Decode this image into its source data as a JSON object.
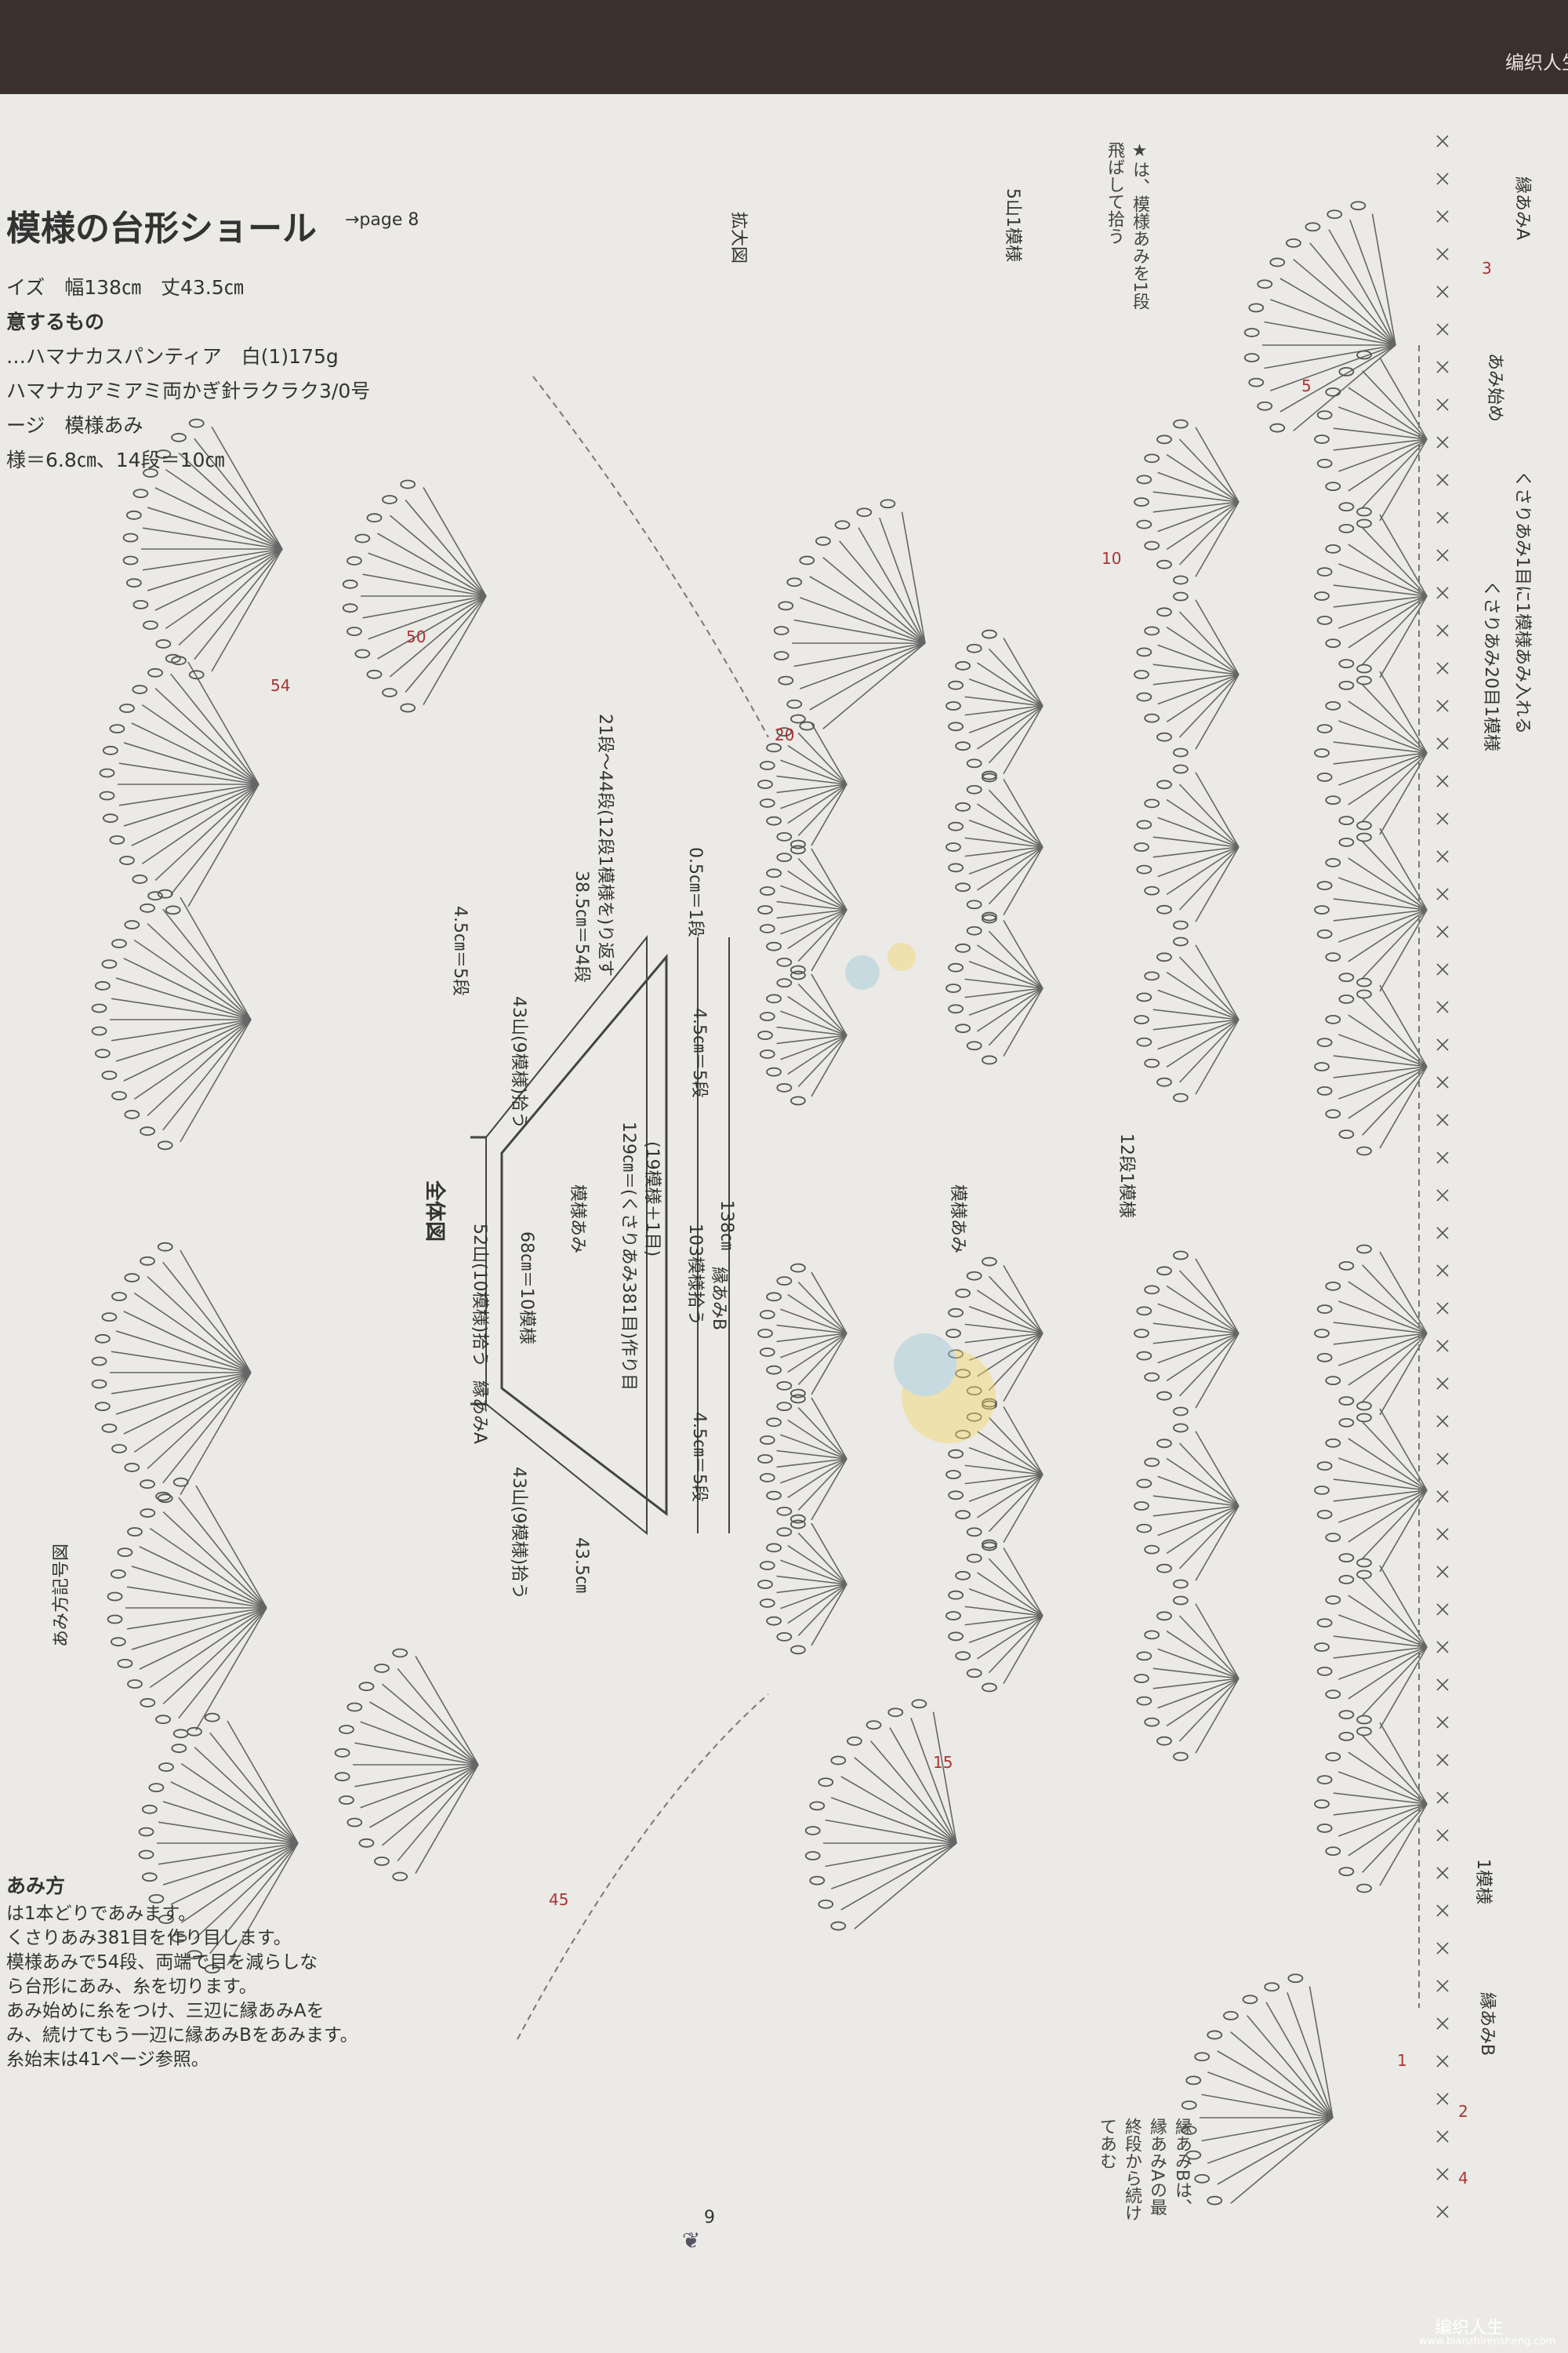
{
  "header": {
    "title": "模様の台形ショール",
    "page_ref": "→page 8",
    "size": "イズ　幅138㎝　丈43.5㎝",
    "materials_label": "意するもの",
    "yarn": "…ハマナカスパンティア　白(1)175g",
    "hook": "ハマナカアミアミ両かぎ針ラクラク3/0号",
    "gauge_label": "ージ　模様あみ",
    "gauge": "様＝6.8㎝、14段＝10㎝"
  },
  "instructions": {
    "title": "あみ方",
    "lines": [
      "は1本どりであみます。",
      "くさりあみ381目を作り目します。",
      "模様あみで54段、両端で目を減らしな",
      "ら台形にあみ、糸を切ります。",
      "あみ始めに糸をつけ、三辺に縁あみAを",
      "み、続けてもう一辺に縁あみBをあみます。",
      "糸始末は41ページ参照。"
    ]
  },
  "labels": {
    "symbol_chart": "あみ方記号図",
    "enlarged": "拡大図",
    "five_peaks": "5山1模様",
    "star_note": "★は、模様あみを1段飛ばして拾う",
    "start_note": "あみ始め",
    "chain_note": "くさりあみ1目に1模様あみ入れる",
    "chain20": "くさりあみ20目1模様",
    "rows_repeat": "21段〜44段(12段1模様を)り返す",
    "twelve_rows": "12段1模様",
    "motif_label": "模様あみ",
    "edge_a": "縁あみA",
    "edge_b": "縁あみB",
    "one_motif": "1模様",
    "edge_b_note": "縁あみBは、縁あみAの最終段から続けてあむ",
    "row_nums": [
      "50",
      "54",
      "45",
      "20",
      "15",
      "10",
      "5",
      "1",
      "2",
      "3",
      "4"
    ]
  },
  "overview": {
    "title": "全体図",
    "top": "52山(10模様)拾う",
    "top_width": "68㎝＝10模様",
    "body": "模様あみ",
    "foundation": "129㎝＝(くさりあみ381目)作り目",
    "foundation2": "(19模様＋1目)",
    "bottom": "103模様拾う",
    "edge_b": "縁あみB",
    "total": "138㎝",
    "left_side": "43山(9模様)拾う",
    "right_side": "43山(9模様)拾う",
    "edge_a": "縁あみA",
    "corner": "4.5㎝＝5段",
    "height": "38.5㎝＝54段",
    "height_total": "43.5㎝",
    "edge_row": "0.5㎝＝1段"
  },
  "footer": {
    "page_number": "9"
  },
  "watermark": {
    "site": "编织人生",
    "url": "www.bianzhirensheng.com"
  }
}
